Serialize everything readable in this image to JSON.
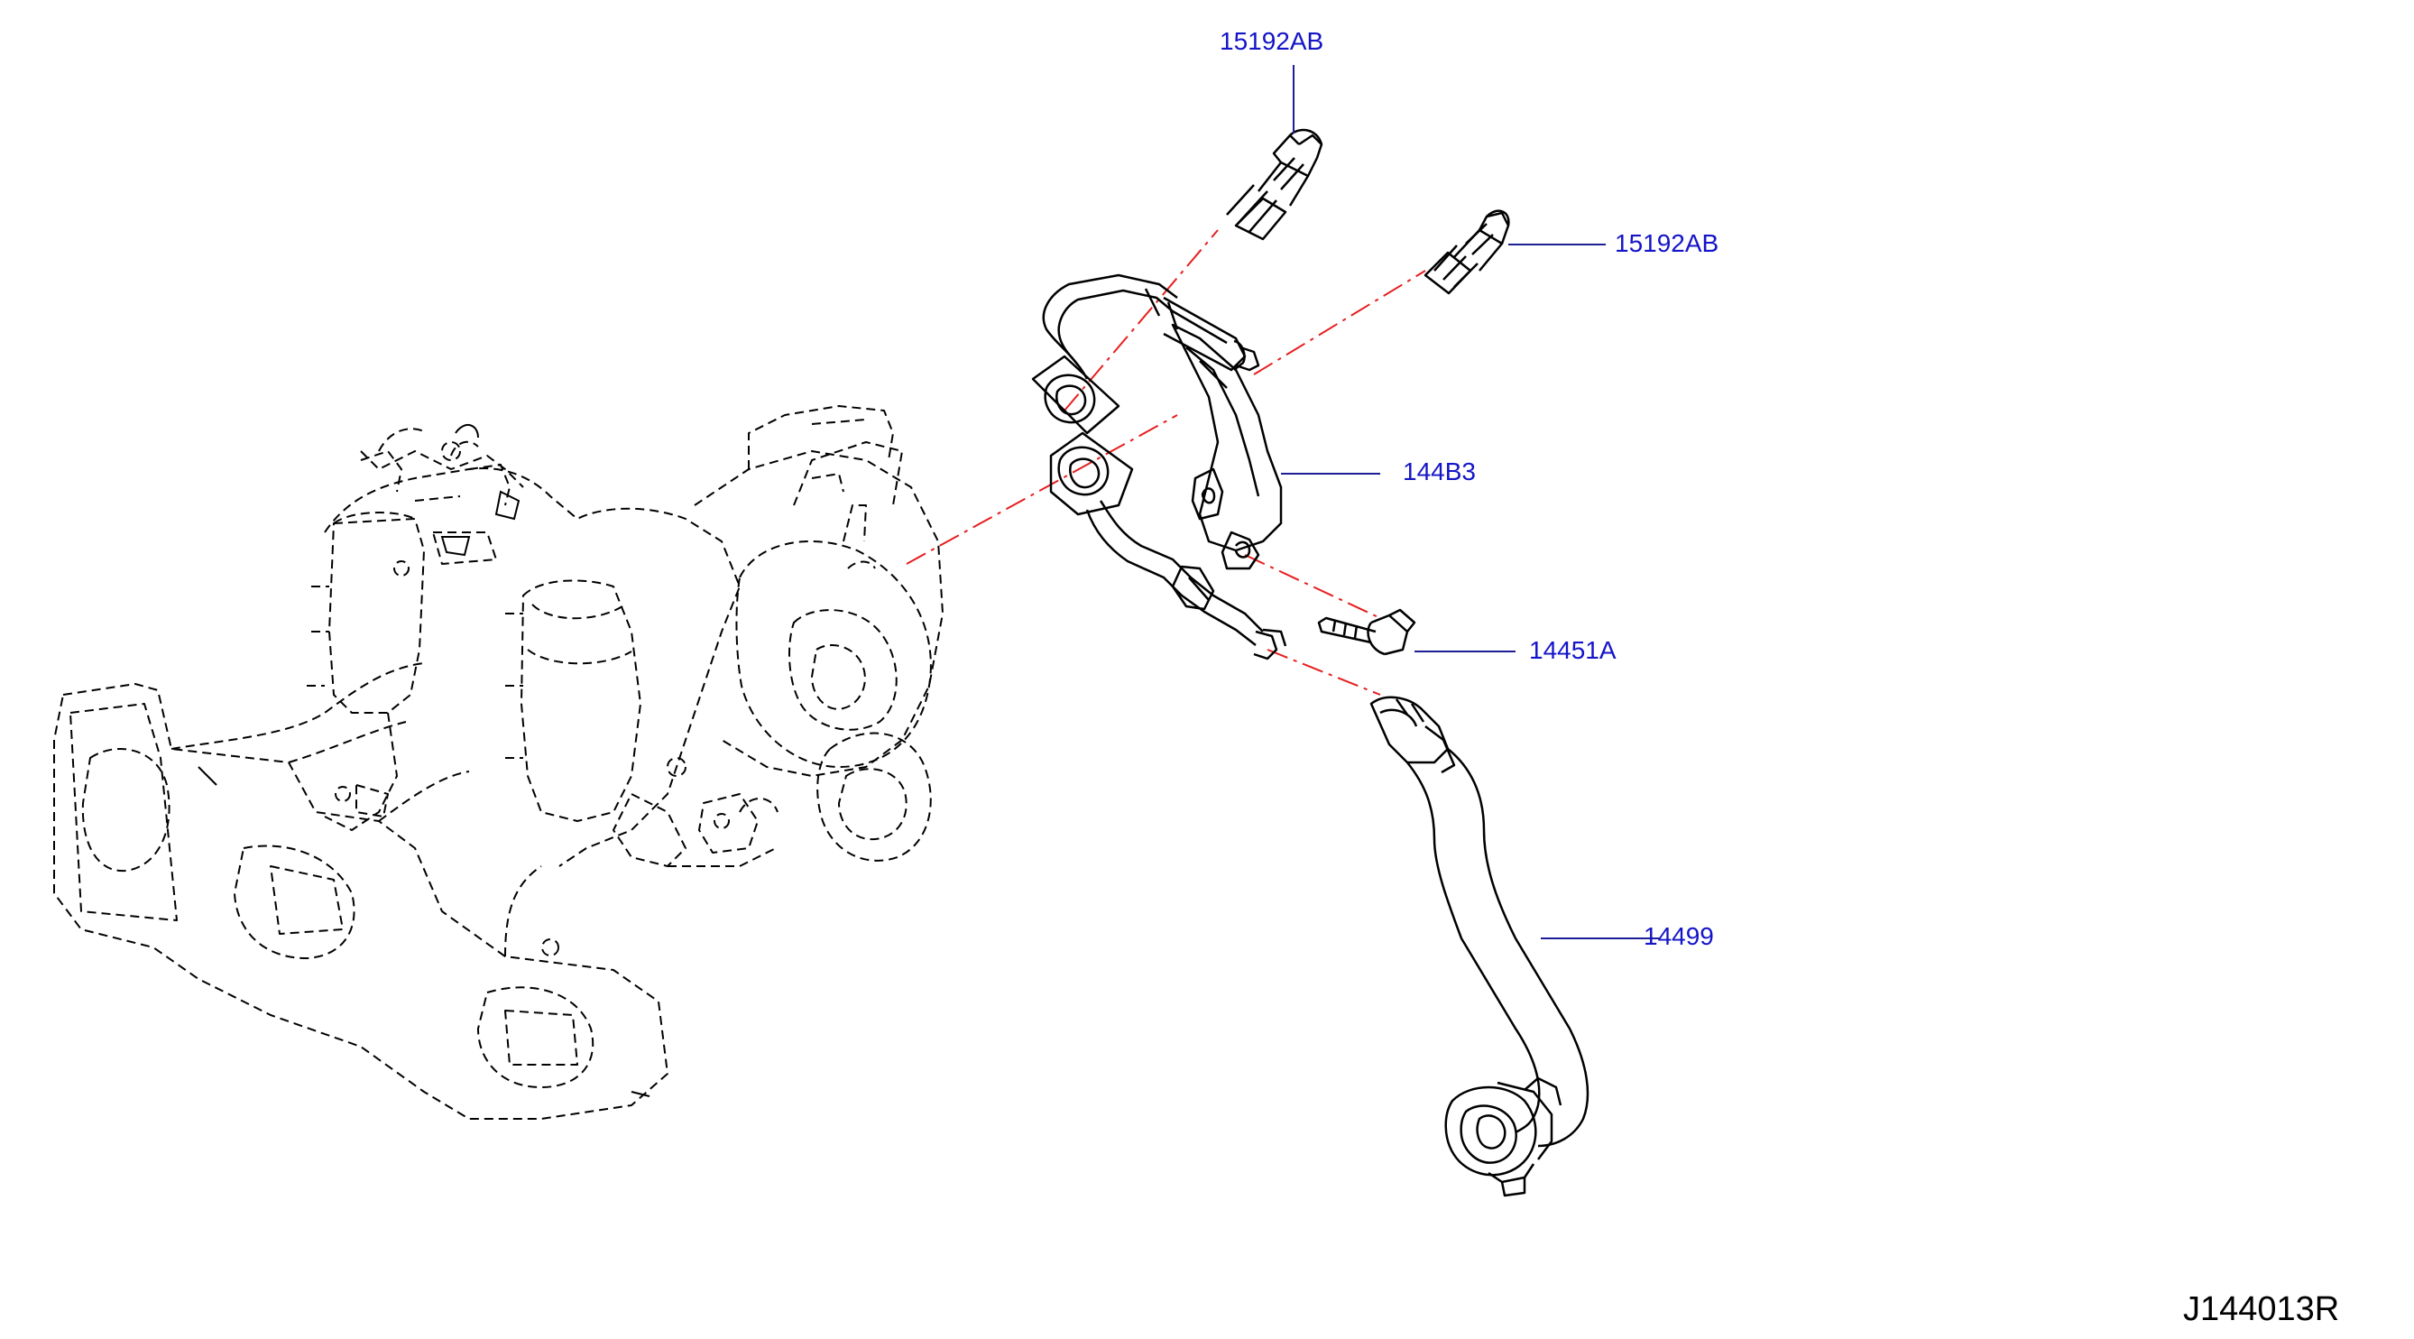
{
  "callouts": {
    "p15192ab_top": "15192AB",
    "p15192ab_right": "15192AB",
    "p144b3": "144B3",
    "p14451a": "14451A",
    "p14499": "14499"
  },
  "diagram_code": "J144013R",
  "colors": {
    "callout_text": "#1414c8",
    "leader_line": "#1e1e96",
    "centerline": "#e61e1e",
    "part_line": "#000000"
  }
}
